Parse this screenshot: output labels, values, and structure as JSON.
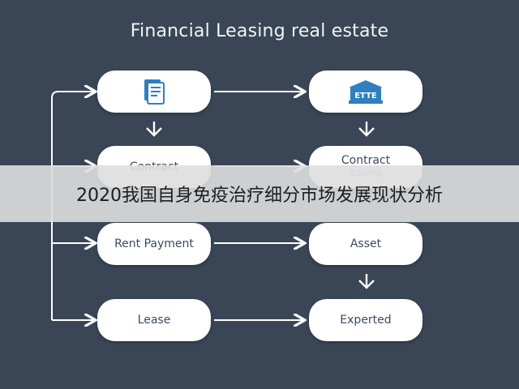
{
  "title": "Financial Leasing real estate",
  "nodes": {
    "doc": {
      "icon": "document-icon"
    },
    "bank": {
      "icon": "bank-building-icon",
      "label": "ETTE"
    },
    "contract": {
      "label": "Contract"
    },
    "contract_leasing": {
      "line1": "Contract",
      "line2": "easing"
    },
    "rent_payment": {
      "label": "Rent Payment"
    },
    "asset": {
      "label": "Asset"
    },
    "lease": {
      "label": "Lease"
    },
    "experted": {
      "label": "Experted"
    }
  },
  "overlay": {
    "text": "2020我国自身免疫治疗细分市场发展现状分析"
  },
  "colors": {
    "background": "#3a4656",
    "node": "#ffffff",
    "arrow": "#ffffff",
    "accent": "#2f7fc1"
  }
}
